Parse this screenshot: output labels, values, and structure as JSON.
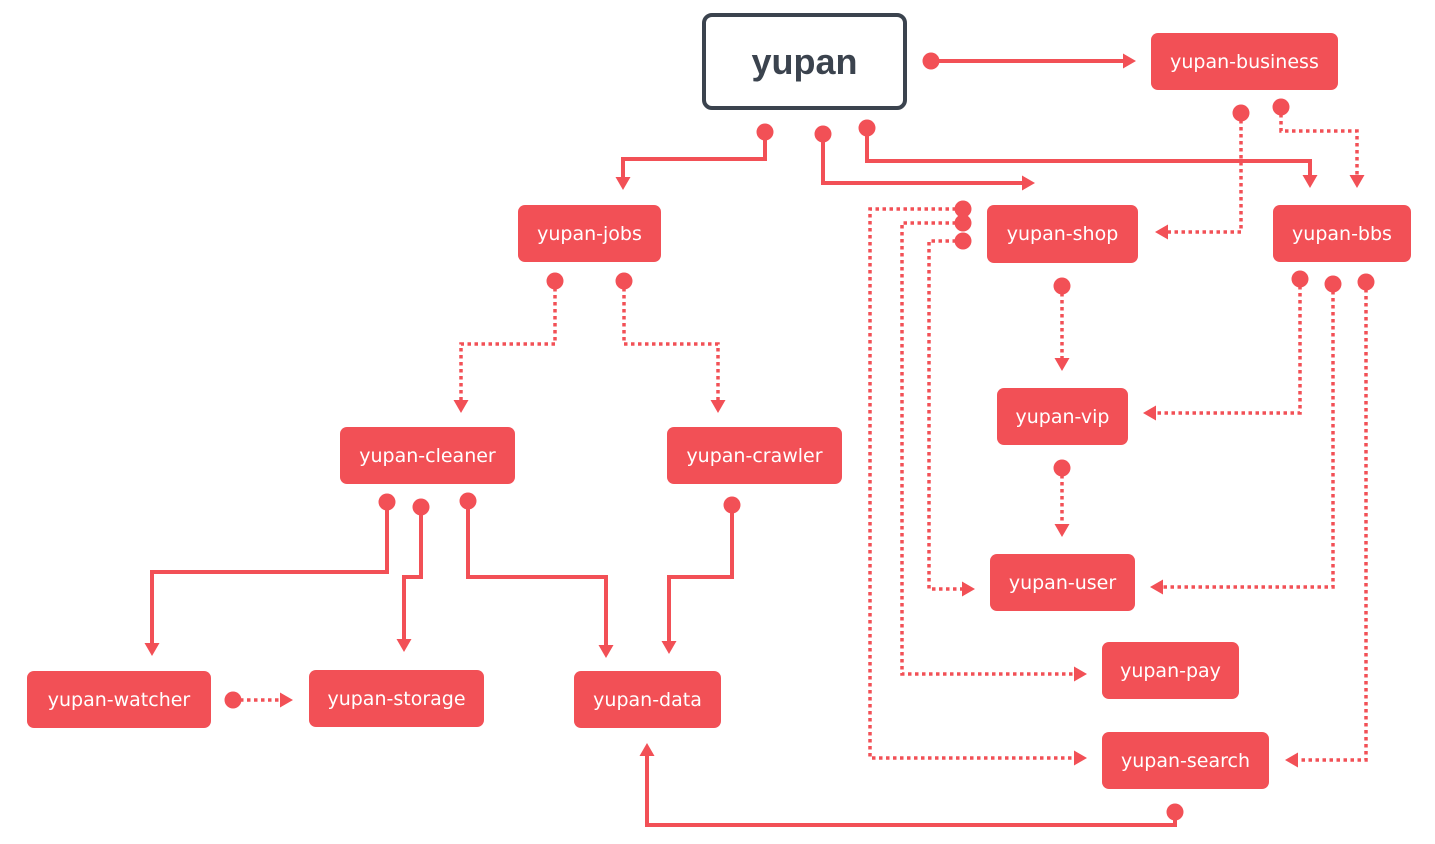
{
  "colors": {
    "accent": "#f25056",
    "root": "#3b434e"
  },
  "nodes": {
    "root": "yupan",
    "business": "yupan-business",
    "jobs": "yupan-jobs",
    "shop": "yupan-shop",
    "bbs": "yupan-bbs",
    "cleaner": "yupan-cleaner",
    "crawler": "yupan-crawler",
    "vip": "yupan-vip",
    "user": "yupan-user",
    "pay": "yupan-pay",
    "search": "yupan-search",
    "watcher": "yupan-watcher",
    "storage": "yupan-storage",
    "data": "yupan-data"
  },
  "edges": [
    {
      "from": "root",
      "to": "business",
      "style": "solid"
    },
    {
      "from": "root",
      "to": "jobs",
      "style": "solid"
    },
    {
      "from": "root",
      "to": "shop",
      "style": "solid"
    },
    {
      "from": "root",
      "to": "bbs",
      "style": "solid"
    },
    {
      "from": "business",
      "to": "shop",
      "style": "dotted"
    },
    {
      "from": "business",
      "to": "bbs",
      "style": "dotted"
    },
    {
      "from": "jobs",
      "to": "cleaner",
      "style": "dotted"
    },
    {
      "from": "jobs",
      "to": "crawler",
      "style": "dotted"
    },
    {
      "from": "shop",
      "to": "vip",
      "style": "dotted"
    },
    {
      "from": "vip",
      "to": "user",
      "style": "dotted"
    },
    {
      "from": "shop",
      "to": "search",
      "style": "dotted"
    },
    {
      "from": "shop",
      "to": "pay",
      "style": "dotted"
    },
    {
      "from": "shop",
      "to": "user",
      "style": "dotted"
    },
    {
      "from": "bbs",
      "to": "vip",
      "style": "dotted"
    },
    {
      "from": "bbs",
      "to": "user",
      "style": "dotted"
    },
    {
      "from": "bbs",
      "to": "search",
      "style": "dotted"
    },
    {
      "from": "cleaner",
      "to": "watcher",
      "style": "solid"
    },
    {
      "from": "cleaner",
      "to": "storage",
      "style": "solid"
    },
    {
      "from": "cleaner",
      "to": "data",
      "style": "solid"
    },
    {
      "from": "crawler",
      "to": "data",
      "style": "solid"
    },
    {
      "from": "watcher",
      "to": "storage",
      "style": "dotted"
    },
    {
      "from": "search",
      "to": "data",
      "style": "solid"
    }
  ]
}
